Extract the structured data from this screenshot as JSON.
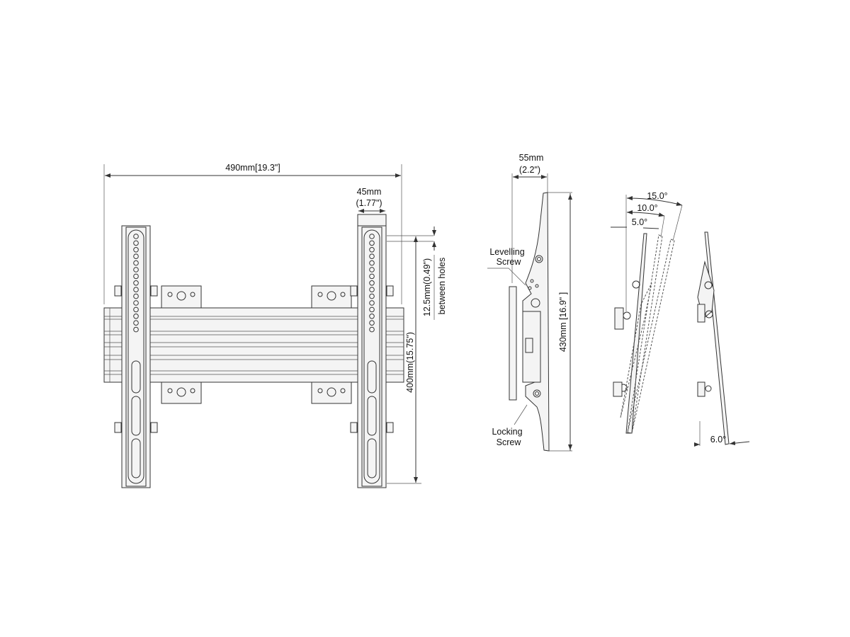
{
  "front_view": {
    "width_label": "490mm[19.3\"]",
    "rail_width_label": "45mm",
    "rail_width_inch": "(1.77\")",
    "height_label": "400mm(15.75\")",
    "hole_pitch_label": "12.5mm(0.49\")",
    "hole_pitch_note": "between holes"
  },
  "side_view": {
    "depth_label": "55mm",
    "depth_inch": "(2.2\")",
    "height_label": "430mm [16.9\" ]",
    "levelling_line1": "Levelling",
    "levelling_line2": "Screw",
    "locking_line1": "Locking",
    "locking_line2": "Screw"
  },
  "tilt_view": {
    "angles": [
      "15.0°",
      "10.0°",
      "5.0°"
    ],
    "reverse_angle": "6.0°"
  }
}
